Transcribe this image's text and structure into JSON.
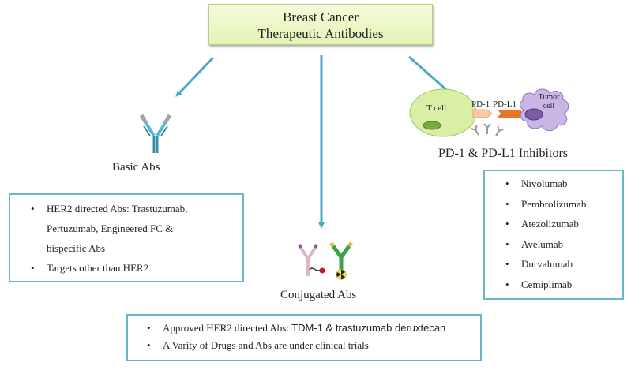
{
  "title": {
    "line1": "Breast Cancer",
    "line2": "Therapeutic Antibodies"
  },
  "branches": {
    "basic": {
      "label": "Basic Abs",
      "icon": "antibody-icon",
      "items": [
        {
          "text": "HER2 directed Abs: Trastuzumab, Pertuzumab, Engineered FC & bispecific Abs"
        },
        {
          "text": "Targets other than HER2"
        }
      ],
      "item0_lines": [
        "HER2 directed Abs: Trastuzumab,",
        "Pertuzumab, Engineered FC &",
        "bispecific Abs"
      ]
    },
    "conjugated": {
      "label": "Conjugated Abs",
      "icons": [
        "drug-conjugated-antibody-icon",
        "radio-conjugated-antibody-icon"
      ],
      "items": [
        {
          "prefix": "Approved HER2 directed Abs: ",
          "suffix": "TDM-1 & trastuzumab deruxtecan"
        },
        {
          "text": "A Varity of Drugs and Abs are under clinical trials"
        }
      ]
    },
    "pd": {
      "label": "PD-1 & PD-L1 Inhibitors",
      "illustration": {
        "t_cell": "T cell",
        "tumor_cell_line1": "Tumor",
        "tumor_cell_line2": "cell",
        "pd1": "PD-1",
        "pdl1": "PD-L1"
      },
      "items": [
        "Nivolumab",
        "Pembrolizumab",
        "Atezolizumab",
        "Avelumab",
        "Durvalumab",
        "Cemiplimab"
      ]
    }
  },
  "colors": {
    "arrow": "#4aa9c8",
    "box_border": "#6cb6c9",
    "title_bg": "#e8f5c0",
    "t_cell": "#d9efa6",
    "tumor_cell": "#c9b6e4",
    "pd1": "#f7c9a4",
    "pdl1": "#e8772a"
  }
}
